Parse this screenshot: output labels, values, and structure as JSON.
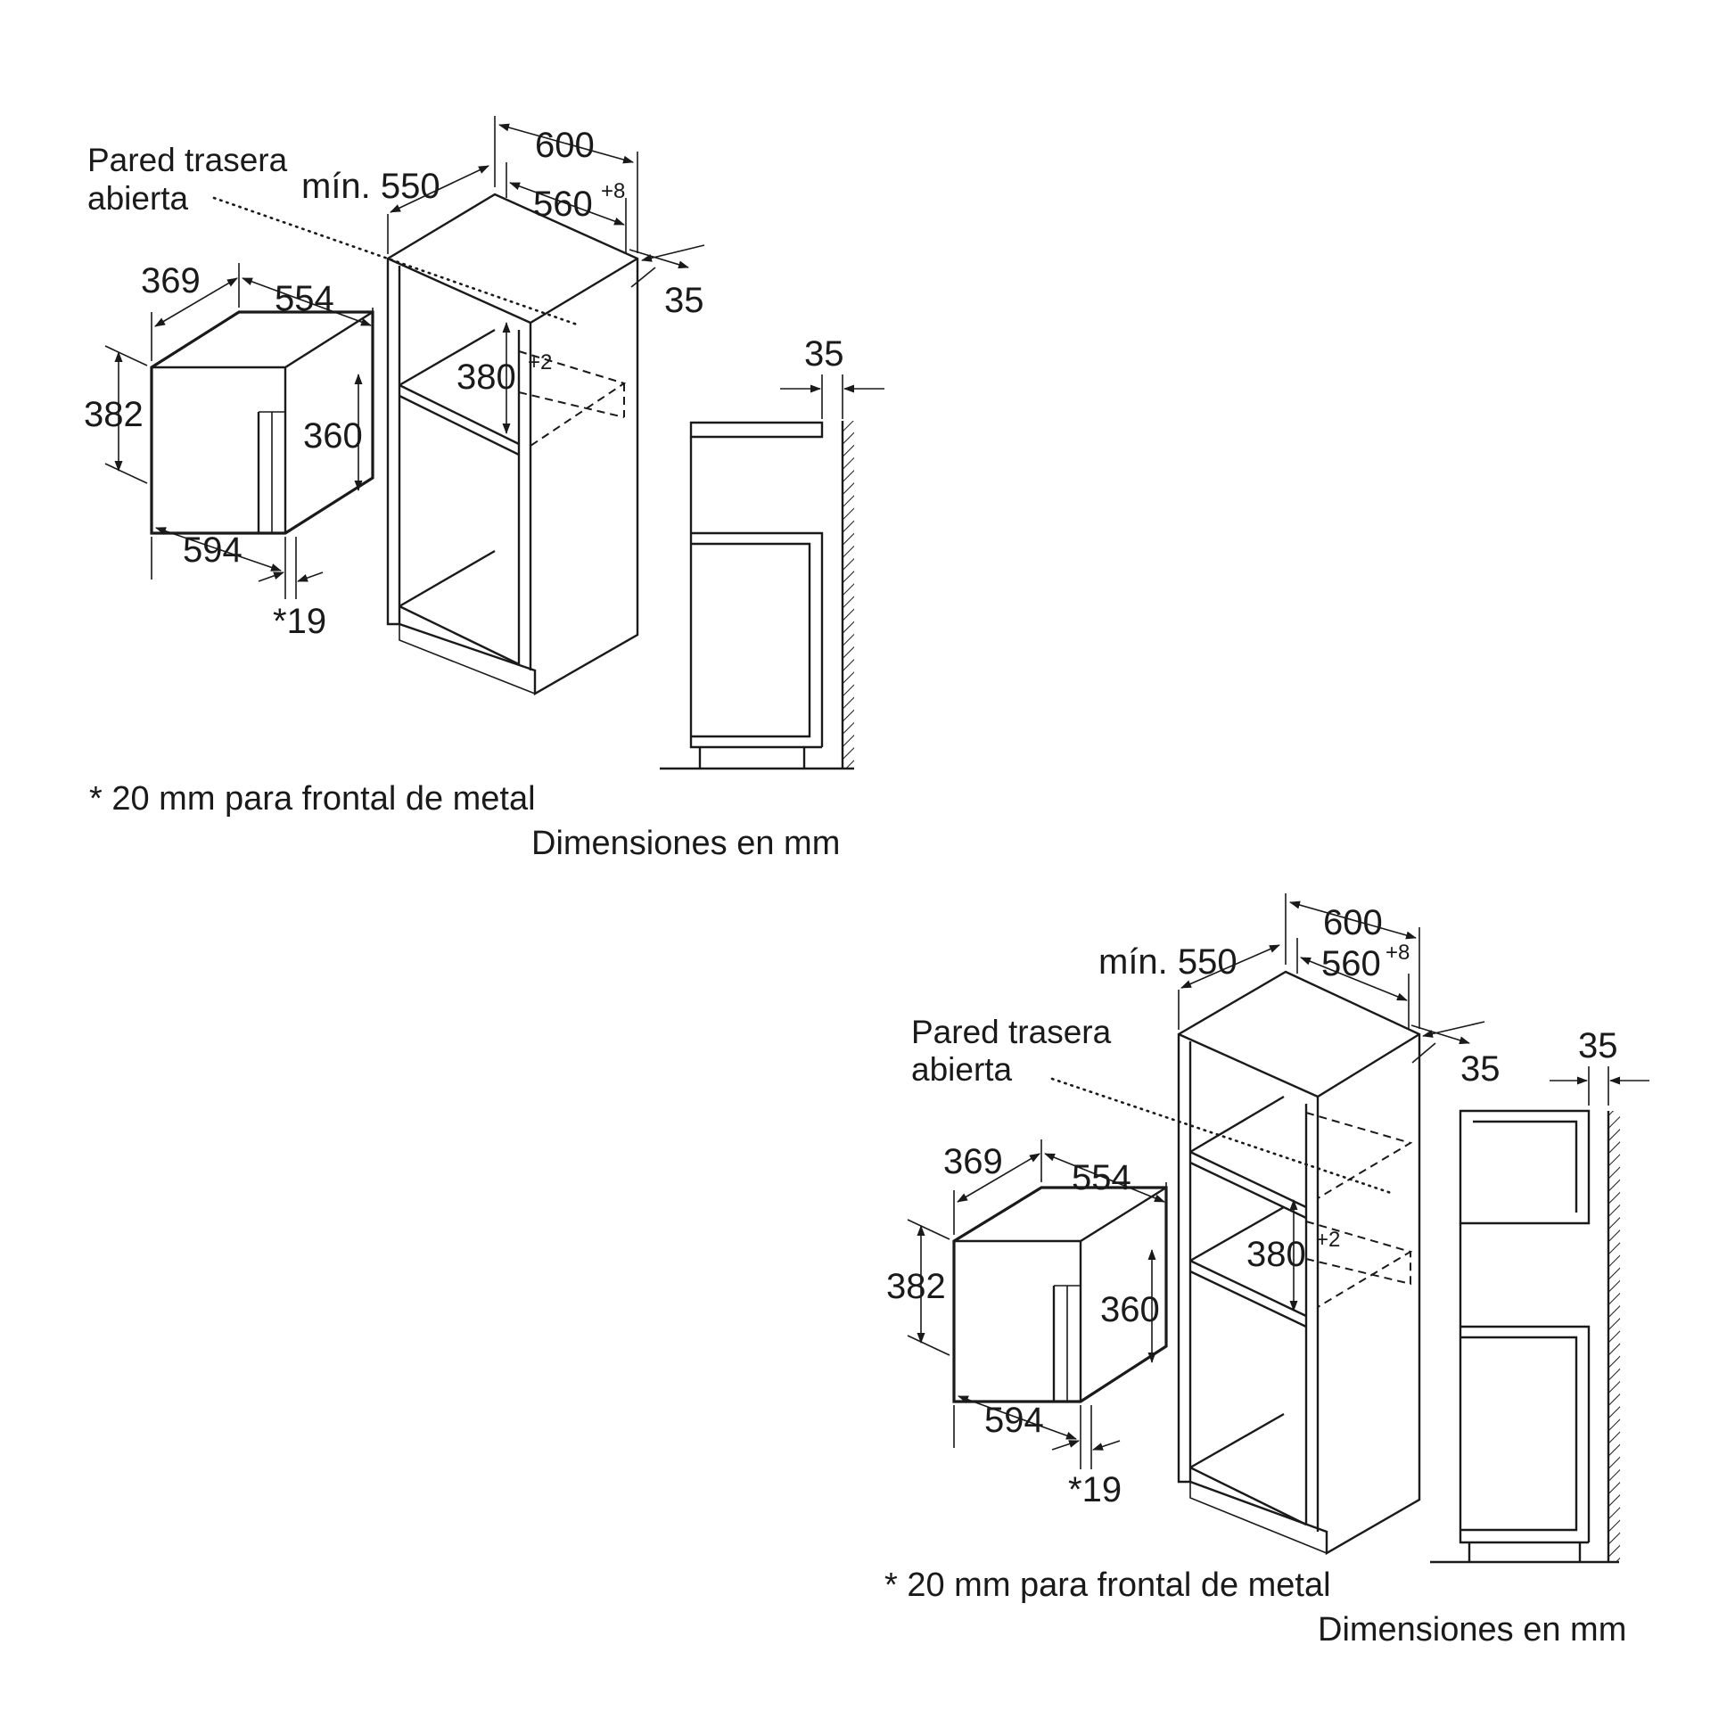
{
  "panels": [
    {
      "rear_wall_label_line1": "Pared trasera",
      "rear_wall_label_line2": "abierta",
      "d_600": "600",
      "d_min550": "mín. 550",
      "d_560": "560",
      "d_560_tol": "+8",
      "d_35_side": "35",
      "d_35_wall": "35",
      "d_369": "369",
      "d_554": "554",
      "d_382": "382",
      "d_360": "360",
      "d_380": "380",
      "d_380_tol": "+2",
      "d_594": "594",
      "d_19": "*19",
      "footnote": "* 20 mm para frontal de metal",
      "units": "Dimensiones en mm"
    },
    {
      "rear_wall_label_line1": "Pared trasera",
      "rear_wall_label_line2": "abierta",
      "d_600": "600",
      "d_min550": "mín. 550",
      "d_560": "560",
      "d_560_tol": "+8",
      "d_35_side": "35",
      "d_35_wall": "35",
      "d_369": "369",
      "d_554": "554",
      "d_382": "382",
      "d_360": "360",
      "d_380": "380",
      "d_380_tol": "+2",
      "d_594": "594",
      "d_19": "*19",
      "footnote": "* 20 mm para frontal de metal",
      "units": "Dimensiones en mm"
    }
  ]
}
